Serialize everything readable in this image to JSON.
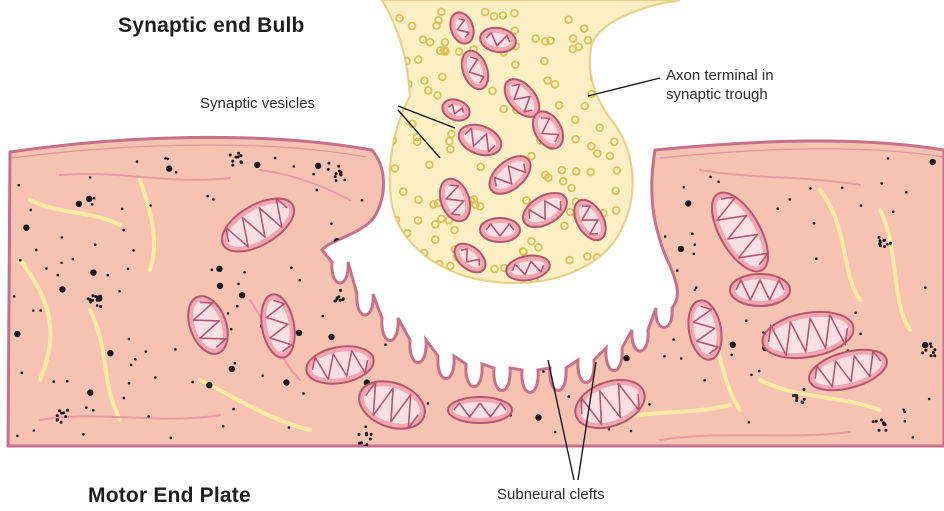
{
  "labels": {
    "top_left_title": "Synaptic end Bulb",
    "bottom_left_title": "Motor End Plate",
    "synaptic_vesicles": "Synaptic vesicles",
    "axon_terminal_line1": "Axon terminal in",
    "axon_terminal_line2": "synaptic trough",
    "subneural_clefts": "Subneural clefts"
  },
  "colors": {
    "muscle_fill": "#f6c3b3",
    "muscle_border": "#c7708b",
    "terminal_fill": "#fcefc3",
    "terminal_border": "#e8d28a",
    "mitochondrion_fill": "#f1a6b0",
    "mitochondrion_border": "#b3566f",
    "vesicle": "#d9c255",
    "fiber_yellow": "#fbeaa3",
    "fiber_pink": "#e79aa2",
    "cleft_fill": "#ffffff",
    "ink": "#1a1a1a"
  }
}
